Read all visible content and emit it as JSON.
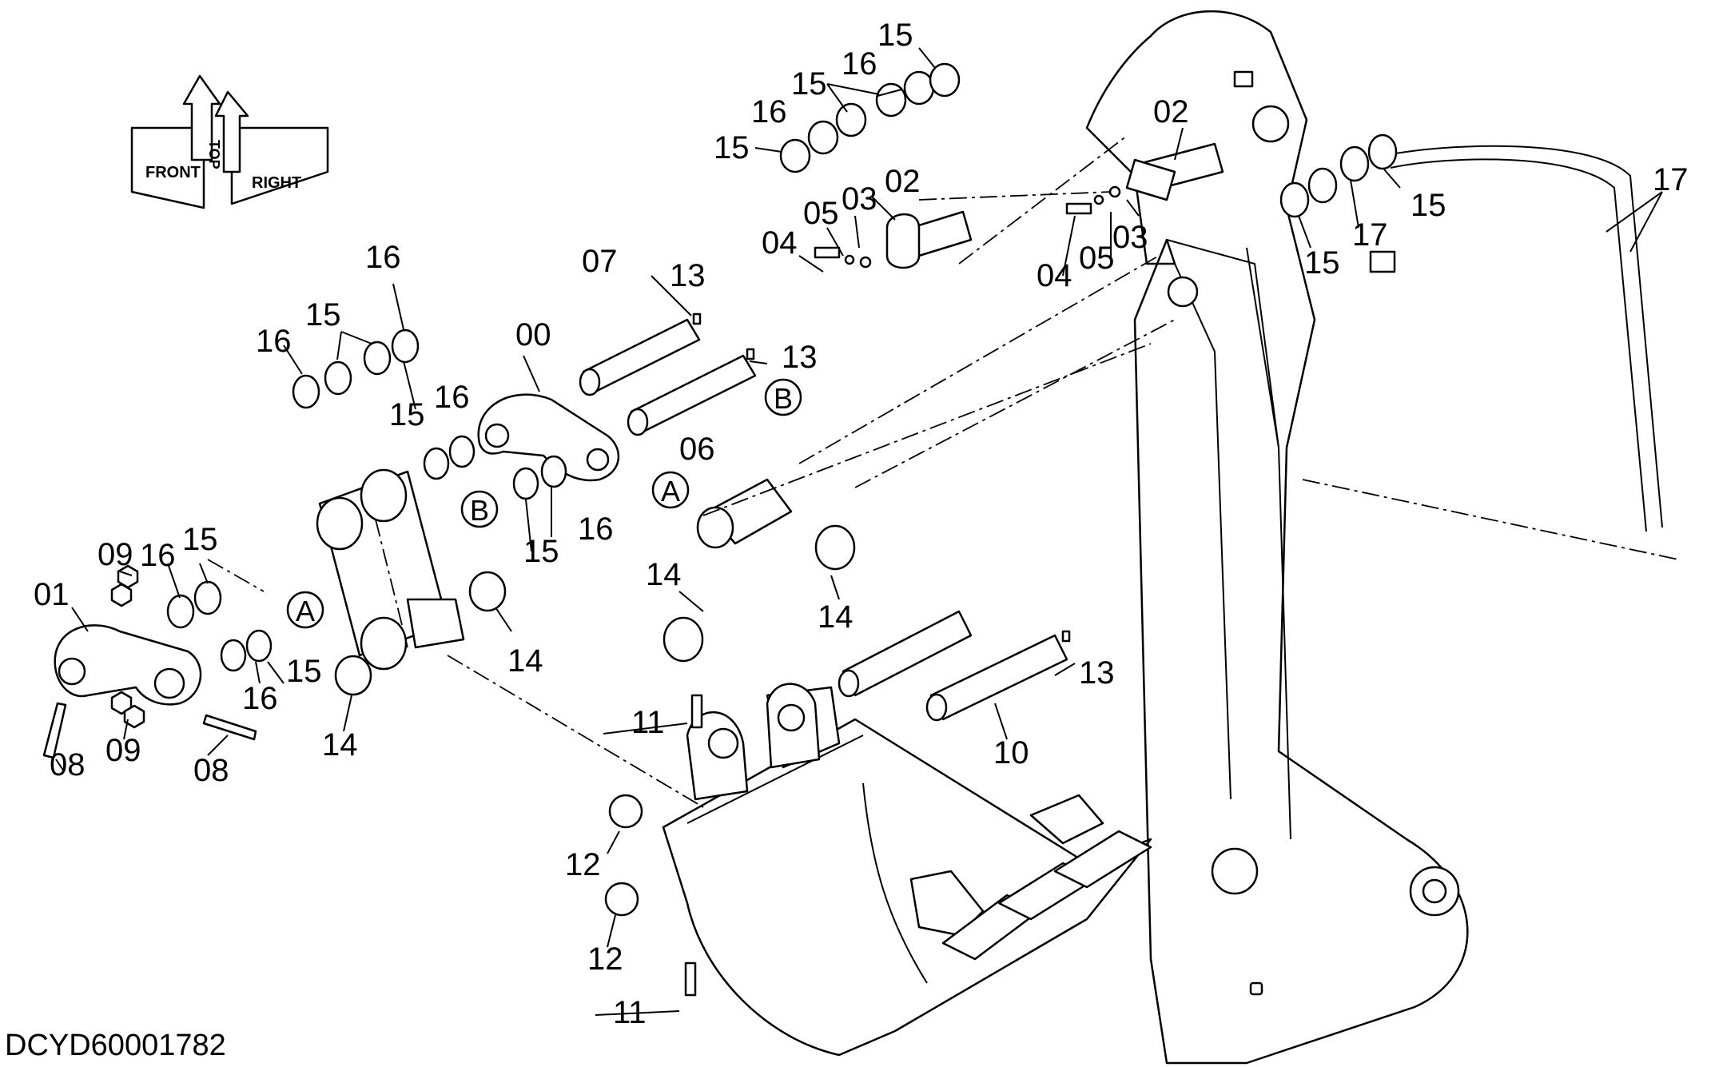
{
  "drawing_id": "DCYD60001782",
  "orientation_labels": {
    "front": "FRONT",
    "top": "TOP",
    "right": "RIGHT"
  },
  "part_labels": [
    {
      "id": "l01",
      "text": "01"
    },
    {
      "id": "l00",
      "text": "00"
    },
    {
      "id": "l02a",
      "text": "02"
    },
    {
      "id": "l02b",
      "text": "02"
    },
    {
      "id": "l03a",
      "text": "03"
    },
    {
      "id": "l03b",
      "text": "03"
    },
    {
      "id": "l04a",
      "text": "04"
    },
    {
      "id": "l04b",
      "text": "04"
    },
    {
      "id": "l05a",
      "text": "05"
    },
    {
      "id": "l05b",
      "text": "05"
    },
    {
      "id": "l06",
      "text": "06"
    },
    {
      "id": "l07",
      "text": "07"
    },
    {
      "id": "l08a",
      "text": "08"
    },
    {
      "id": "l08b",
      "text": "08"
    },
    {
      "id": "l09a",
      "text": "09"
    },
    {
      "id": "l09b",
      "text": "09"
    },
    {
      "id": "l10",
      "text": "10"
    },
    {
      "id": "l11a",
      "text": "11"
    },
    {
      "id": "l11b",
      "text": "11"
    },
    {
      "id": "l12a",
      "text": "12"
    },
    {
      "id": "l12b",
      "text": "12"
    },
    {
      "id": "l13a",
      "text": "13"
    },
    {
      "id": "l13b",
      "text": "13"
    },
    {
      "id": "l13c",
      "text": "13"
    },
    {
      "id": "l14a",
      "text": "14"
    },
    {
      "id": "l14b",
      "text": "14"
    },
    {
      "id": "l14c",
      "text": "14"
    },
    {
      "id": "l14d",
      "text": "14"
    },
    {
      "id": "l15a",
      "text": "15"
    },
    {
      "id": "l15b",
      "text": "15"
    },
    {
      "id": "l15c",
      "text": "15"
    },
    {
      "id": "l15d",
      "text": "15"
    },
    {
      "id": "l15e",
      "text": "15"
    },
    {
      "id": "l15f",
      "text": "15"
    },
    {
      "id": "l15g",
      "text": "15"
    },
    {
      "id": "l15h",
      "text": "15"
    },
    {
      "id": "l15i",
      "text": "15"
    },
    {
      "id": "l15j",
      "text": "15"
    },
    {
      "id": "l16a",
      "text": "16"
    },
    {
      "id": "l16b",
      "text": "16"
    },
    {
      "id": "l16c",
      "text": "16"
    },
    {
      "id": "l16d",
      "text": "16"
    },
    {
      "id": "l16e",
      "text": "16"
    },
    {
      "id": "l16f",
      "text": "16"
    },
    {
      "id": "l16g",
      "text": "16"
    },
    {
      "id": "l16h",
      "text": "16"
    },
    {
      "id": "l17",
      "text": "17"
    }
  ],
  "reference_callouts": [
    {
      "id": "A1",
      "text": "A"
    },
    {
      "id": "A2",
      "text": "A"
    },
    {
      "id": "B1",
      "text": "B"
    },
    {
      "id": "B2",
      "text": "B"
    }
  ]
}
